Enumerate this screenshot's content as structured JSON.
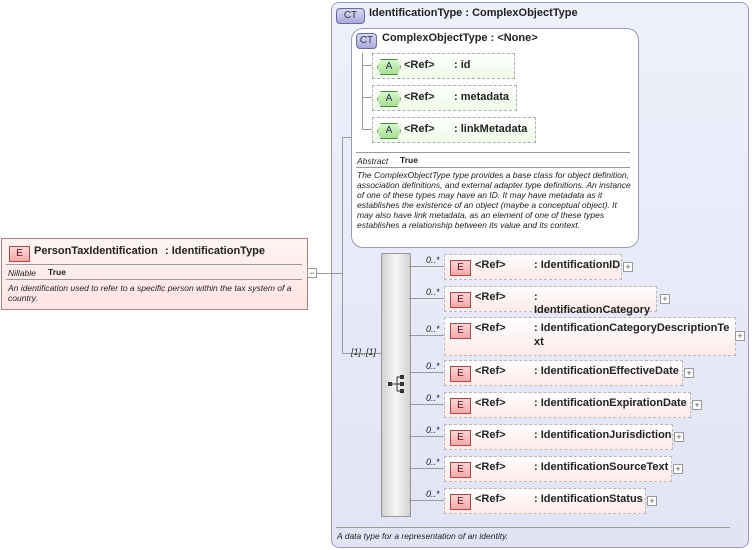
{
  "root_element": {
    "badge": "E",
    "name": "PersonTaxIdentification",
    "type": ": IdentificationType",
    "nillable_label": "Nillable",
    "nillable_value": "True",
    "description": "An identification used to refer to a specific person within the tax system of a country."
  },
  "identification_type": {
    "badge": "CT",
    "title": "IdentificationType : ComplexObjectType",
    "description": "A data type for a representation of an identity."
  },
  "complex_object_type": {
    "badge": "CT",
    "title": "ComplexObjectType : <None>",
    "attributes": [
      {
        "badge": "A",
        "ref": "<Ref>",
        "name": ": id"
      },
      {
        "badge": "A",
        "ref": "<Ref>",
        "name": ": metadata"
      },
      {
        "badge": "A",
        "ref": "<Ref>",
        "name": ": linkMetadata"
      }
    ],
    "abstract_label": "Abstract",
    "abstract_value": "True",
    "description": "The ComplexObjectType type provides a base class for object definition, association definitions, and external adapter type definitions. An instance of one of these types may have an ID. It may have metadata as it establishes the existence of an object (maybe a conceptual object). It may also have link metadata, as an element of one of these types establishes a relationship between its value and its context."
  },
  "sequence": {
    "cardinality": "[1]..[1]"
  },
  "elements": [
    {
      "badge": "E",
      "cardinality": "0..*",
      "ref": "<Ref>",
      "name": ": IdentificationID"
    },
    {
      "badge": "E",
      "cardinality": "0..*",
      "ref": "<Ref>",
      "name": ": IdentificationCategory"
    },
    {
      "badge": "E",
      "cardinality": "0..*",
      "ref": "<Ref>",
      "name": ": IdentificationCategoryDescriptionTe",
      "name2": "xt"
    },
    {
      "badge": "E",
      "cardinality": "0..*",
      "ref": "<Ref>",
      "name": ": IdentificationEffectiveDate"
    },
    {
      "badge": "E",
      "cardinality": "0..*",
      "ref": "<Ref>",
      "name": ": IdentificationExpirationDate"
    },
    {
      "badge": "E",
      "cardinality": "0..*",
      "ref": "<Ref>",
      "name": ": IdentificationJurisdiction"
    },
    {
      "badge": "E",
      "cardinality": "0..*",
      "ref": "<Ref>",
      "name": ": IdentificationSourceText"
    },
    {
      "badge": "E",
      "cardinality": "0..*",
      "ref": "<Ref>",
      "name": ": IdentificationStatus"
    }
  ],
  "expand_symbol": "+",
  "collapse_symbol": "−"
}
